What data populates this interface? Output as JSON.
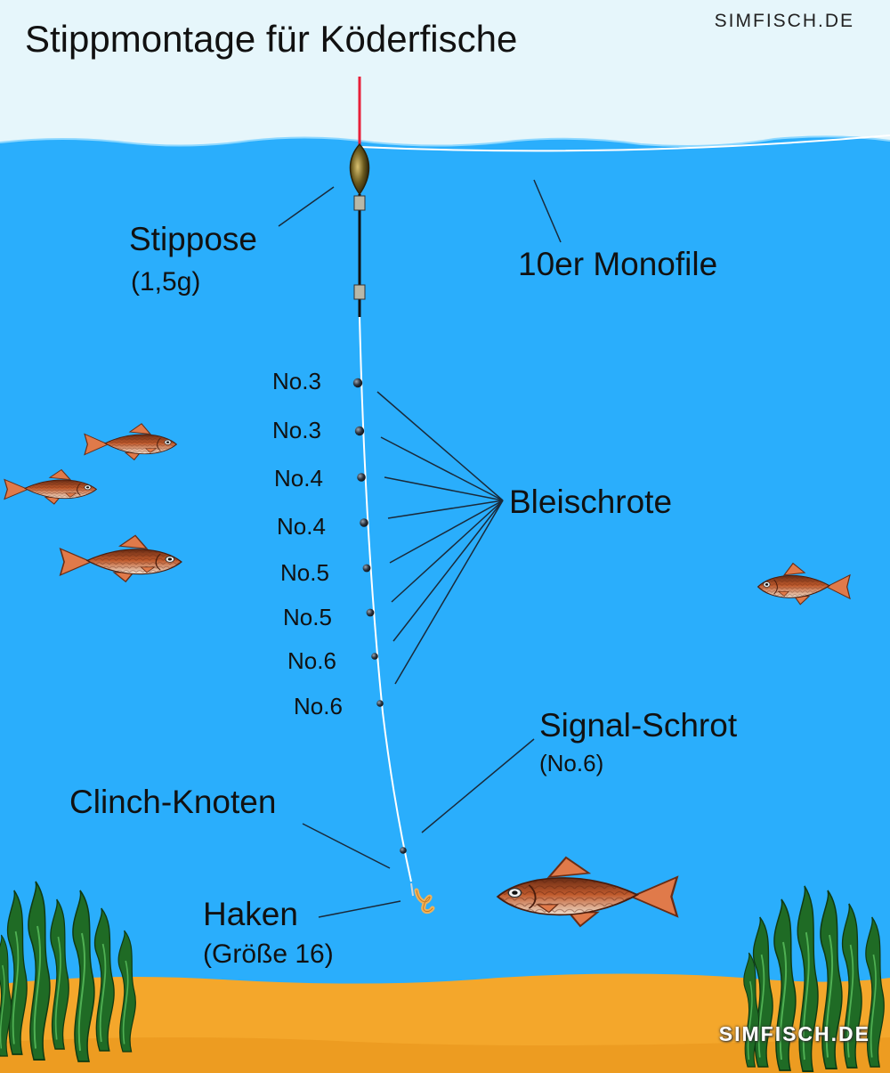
{
  "title": "Stippmontage für Köderfische",
  "brand": "SIMFISCH.DE",
  "labels": {
    "stippose": "Stippose",
    "stippose_weight": "(1,5g)",
    "line": "10er Monofile",
    "shots": "Bleischrote",
    "signal": "Signal-Schrot",
    "signal_size": "(No.6)",
    "knot": "Clinch-Knoten",
    "hook": "Haken",
    "hook_size": "(Größe 16)"
  },
  "shot_sizes": [
    "No.3",
    "No.3",
    "No.4",
    "No.4",
    "No.5",
    "No.5",
    "No.6",
    "No.6"
  ],
  "colors": {
    "water": "#2aaefc",
    "sky": "#e6f6fb",
    "sand": "#f4a72b",
    "plants": "#1f6b25",
    "fish": "#c05a2c",
    "float_tip": "#e8203a",
    "float_body": "#6b5a1e",
    "lead_shot": "#2b3440"
  },
  "icons": [
    "float-icon",
    "hook-icon",
    "worm-icon",
    "fish-icon",
    "seaweed-icon"
  ]
}
